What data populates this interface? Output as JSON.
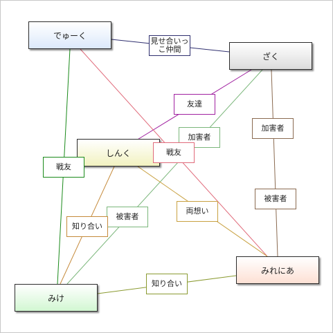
{
  "nodes": {
    "dyuuku": "でゅーく",
    "zaku": "ざく",
    "shinku": "しんく",
    "mireniа": "みれにあ",
    "mike": "みけ"
  },
  "relations": {
    "miseai": "見せ合いっこ仲間",
    "tomodachi": "友達",
    "kagaisha_1": "加害者",
    "kagaisha_2": "加害者",
    "senyuu_1": "戦友",
    "senyuu_2": "戦友",
    "higaisha_1": "被害者",
    "higaisha_2": "被害者",
    "ryousoui": "両想い",
    "shiriai_1": "知り合い",
    "shiriai_2": "知り合い"
  },
  "colors": {
    "dyuuku_fill": "#dce9fb",
    "zaku_fill": "#dcdcdc",
    "shinku_fill": "#f2f2c0",
    "mirenia_fill": "#fde0d4",
    "mike_fill": "#d2f7d2",
    "edge_navy": "#2e2e6e",
    "edge_purple": "#a020a0",
    "edge_green": "#1a8a1a",
    "edge_lightgreen": "#7ab67a",
    "edge_pink": "#e06a7a",
    "edge_brown": "#8a6a50",
    "edge_orange": "#c58a3a",
    "edge_gold": "#c8a040",
    "edge_olive": "#8a9a30"
  }
}
